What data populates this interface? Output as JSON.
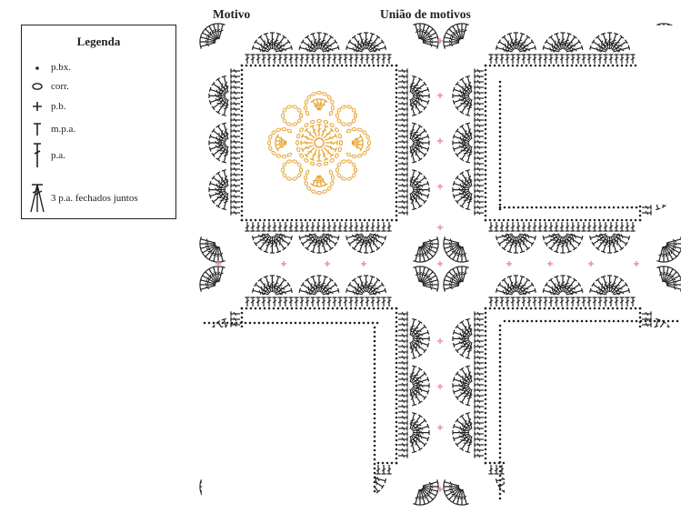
{
  "headings": {
    "motif": "Motivo",
    "join": "União de motivos"
  },
  "legend": {
    "title": "Legenda",
    "items": [
      {
        "symbol": "dot",
        "label": "p.bx."
      },
      {
        "symbol": "oval",
        "label": "corr."
      },
      {
        "symbol": "plus",
        "label": "p.b."
      },
      {
        "symbol": "half-dc",
        "label": "m.p.a."
      },
      {
        "symbol": "dc",
        "label": "p.a."
      },
      {
        "symbol": "cluster",
        "label": "3 p.a. fechados juntos"
      }
    ]
  },
  "colors": {
    "ink": "#222222",
    "highlight": "#e6a12c",
    "join_marker": "#f08aa6"
  },
  "motifs": [
    {
      "id": "motif-top-left",
      "highlighted": true
    },
    {
      "id": "motif-top-right",
      "highlighted": false
    },
    {
      "id": "motif-bottom-left",
      "highlighted": false
    },
    {
      "id": "motif-bottom-right",
      "highlighted": false
    }
  ]
}
